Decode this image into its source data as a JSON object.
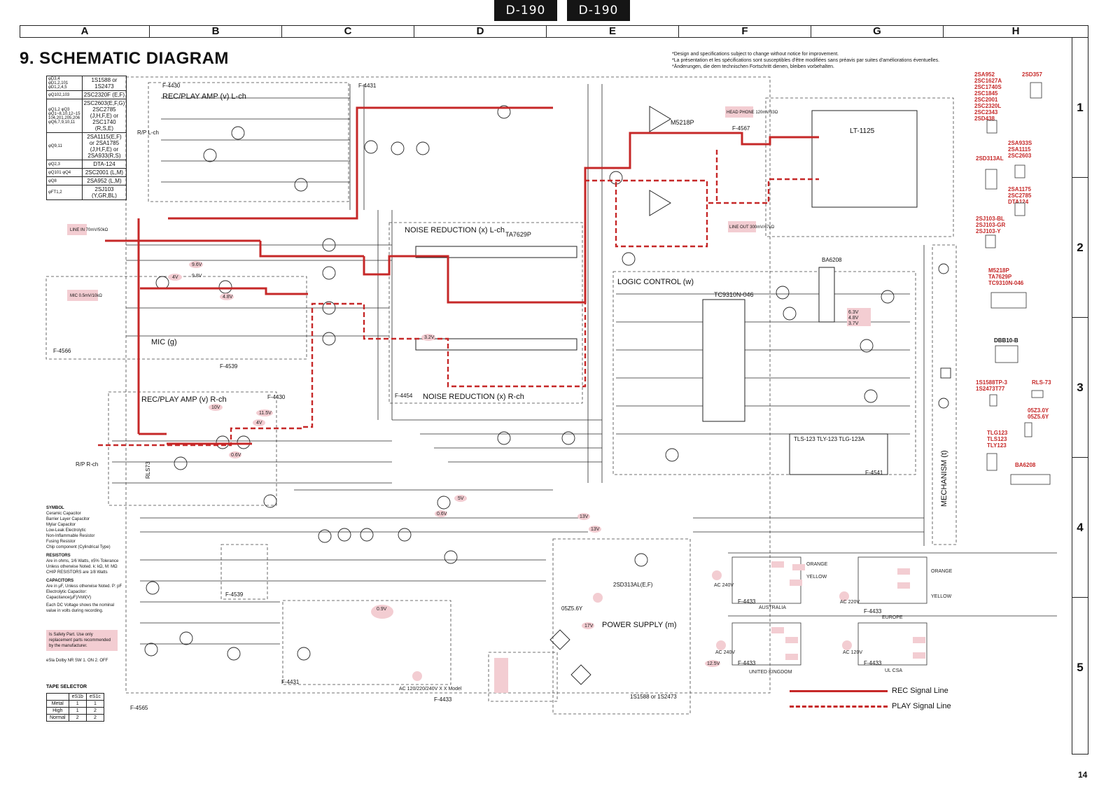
{
  "header": {
    "model_tags": [
      "D-190",
      "D-190"
    ],
    "columns": [
      "A",
      "B",
      "C",
      "D",
      "E",
      "F",
      "G",
      "H"
    ],
    "rows": [
      "1",
      "2",
      "3",
      "4",
      "5"
    ]
  },
  "title": "9.  SCHEMATIC DIAGRAM",
  "notes": [
    "*Design and specifications subject to change without notice for improvement.",
    "*La présentation et les spécifications sont susceptibles d'être modifiées sans préavis par suites d'améliorations éventuelles.",
    "*Änderungen, die dem technischen Fortschritt dienen, bleiben vorbehalten."
  ],
  "transistor_table": [
    {
      "ref": "φD3,4 φD1,2,101 φD1,2,4,5",
      "part": "1S1588 or 1S2473"
    },
    {
      "ref": "φQ102,103",
      "part": "2SC2320F (E,F)"
    },
    {
      "ref": "φQ1,2 φQ3 φQ1~8,10,12~15 104,201,205,206 φQ6,7,9,10,11",
      "part": "2SC2603(E,F,G) 2SC2785 (J,H,F,E) or 2SC1740 (R,S,E)"
    },
    {
      "ref": "φQ9,11",
      "part": "2SA1115(E,F) or 2SA1785 (J,H,F,E) or 2SA933(R,S)"
    },
    {
      "ref": "φQ2,3",
      "part": "DTA-124"
    },
    {
      "ref": "φQ101 φQ4",
      "part": "2SC2001 (L,M)"
    },
    {
      "ref": "φQ8",
      "part": "2SA952 (L,M)"
    },
    {
      "ref": "φFT1,2",
      "part": "2SJ103 (Y,GR,BL)"
    }
  ],
  "blocks": {
    "rec_play_l": "REC/PLAY AMP (v) L-ch",
    "rec_play_r": "REC/PLAY AMP (v) R-ch",
    "nr_l": "NOISE REDUCTION (x) L-ch",
    "nr_r": "NOISE REDUCTION (x) R-ch",
    "logic": "LOGIC CONTROL (w)",
    "power": "POWER SUPPLY (m)",
    "mic": "MIC (g)",
    "mechanism": "MECHANISM (t)"
  },
  "board_ids": [
    "F-4430",
    "F-4431",
    "F-4567",
    "F-4566",
    "F-4539",
    "F-4454",
    "F-4430",
    "F-4541",
    "F-4539",
    "F-4565",
    "F-4431",
    "F-4433",
    "F-4433",
    "F-4433",
    "F-4433",
    "F-4433"
  ],
  "ic_labels": {
    "nr_ic": "TA7629P",
    "hp_ic": "M5218P",
    "logic_ic": "TC9310N-046",
    "driver_ic": "BA6208",
    "meter": "LT-1125",
    "led": "TLS-123 TLY-123 TLG-123A",
    "regulator": "2SD313AL(E,F)",
    "zener": "05Z5.6Y",
    "diode_power": "1S1588 or 1S2473"
  },
  "boxed_labels": {
    "line_in": "LINE IN 70mV/50kΩ",
    "mic_in": "MIC 0.5mV/10kΩ",
    "headphone": "HEAD PHONE 120mV/33Ω",
    "line_out": "LINE OUT 300mV/47kΩ",
    "rp_l": "R/P L-ch",
    "rp_r": "R/P R-ch",
    "relay": "RLS73"
  },
  "voltages": [
    "9.6V",
    "4V",
    "4.8V",
    "10V",
    "11.5V",
    "4V",
    "0.6V",
    "5V",
    "0.6V",
    "3.2V",
    "13V",
    "13V",
    "17V",
    "12.5V",
    "0.9V",
    "9.8V",
    "6.3V",
    "4.8V",
    "3.7V"
  ],
  "transformer_taps": [
    "ORANGE",
    "ORANGE",
    "YELLOW",
    "YELLOW"
  ],
  "regions": [
    "AC 240V",
    "AUSTRALIA",
    "AC 220V",
    "EUROPE",
    "AC 240V",
    "UNITED KINGDOM",
    "AC 120V",
    "UL CSA",
    "AC 120/220/240V X X Model"
  ],
  "component_panel": [
    {
      "names": [
        "2SA952",
        "2SC1627A",
        "2SC1740S",
        "2SC1845",
        "2SC2001",
        "2SC2320L",
        "2SC2343",
        "2SD438"
      ]
    },
    {
      "names": [
        "2SD357"
      ]
    },
    {
      "names": [
        "2SA933S",
        "2SA1115",
        "2SC2603"
      ]
    },
    {
      "names": [
        "2SD313AL"
      ]
    },
    {
      "names": [
        "2SA1175",
        "2SC2785",
        "DTA124"
      ]
    },
    {
      "names": [
        "2SJ103-BL",
        "2SJ103-GR",
        "2SJ103-Y"
      ]
    },
    {
      "names": [
        "M5218P",
        "TA7629P",
        "TC9310N-046"
      ]
    },
    {
      "names": [
        "DBB10-B"
      ]
    },
    {
      "names": [
        "1S1588TP-3",
        "1S2473T77"
      ]
    },
    {
      "names": [
        "RLS-73"
      ]
    },
    {
      "names": [
        "05Z3.0Y",
        "05Z5.6Y"
      ]
    },
    {
      "names": [
        "TLG123",
        "TLS123",
        "TLY123"
      ]
    },
    {
      "names": [
        "BA6208"
      ]
    }
  ],
  "symbol_legend": {
    "heading": "SYMBOL",
    "items": [
      "Ceramic Capacitor",
      "Barrier Layer Capacitor",
      "Mylar Capacitor",
      "Low-Leak Electrolytic",
      "Non-Inflammable Resistor",
      "Fusing Resistor",
      "Chip component (Cylindrical Type)"
    ],
    "resistors_heading": "RESISTORS",
    "resistors": "Are in ohms, 1/6 Watts, ±5% Tolerance Unless otherwise Noted. k: kΩ, M: MΩ",
    "chip_resistors": "CHIP RESISTORS are 1/8 Watts",
    "capacitors_heading": "CAPACITORS",
    "capacitors": "Are in μF, Unless otherwise Noted. P: pF",
    "electrolytic": "Electrolytic Capacitor: Capacitance(μF)/Volt(V)",
    "dc_note": "Each DC Voltage shows the nominal value in volts during recording."
  },
  "safety_note": "Is Safety Part. Use only replacement parts recommended by the manufacturer.",
  "tape_selector": {
    "title": "TAPE SELECTOR",
    "switch_note": "eSla  Dolby NR SW  1. ON  2. OFF",
    "headers": [
      "",
      "eS1b",
      "eS1c"
    ],
    "rows": [
      [
        "Metal",
        "1",
        "1"
      ],
      [
        "High",
        "1",
        "2"
      ],
      [
        "Normal",
        "2",
        "2"
      ]
    ]
  },
  "signal_legend": {
    "rec": "REC Signal Line",
    "play": "PLAY Signal Line",
    "color": "#c62828"
  },
  "page_number": "14"
}
